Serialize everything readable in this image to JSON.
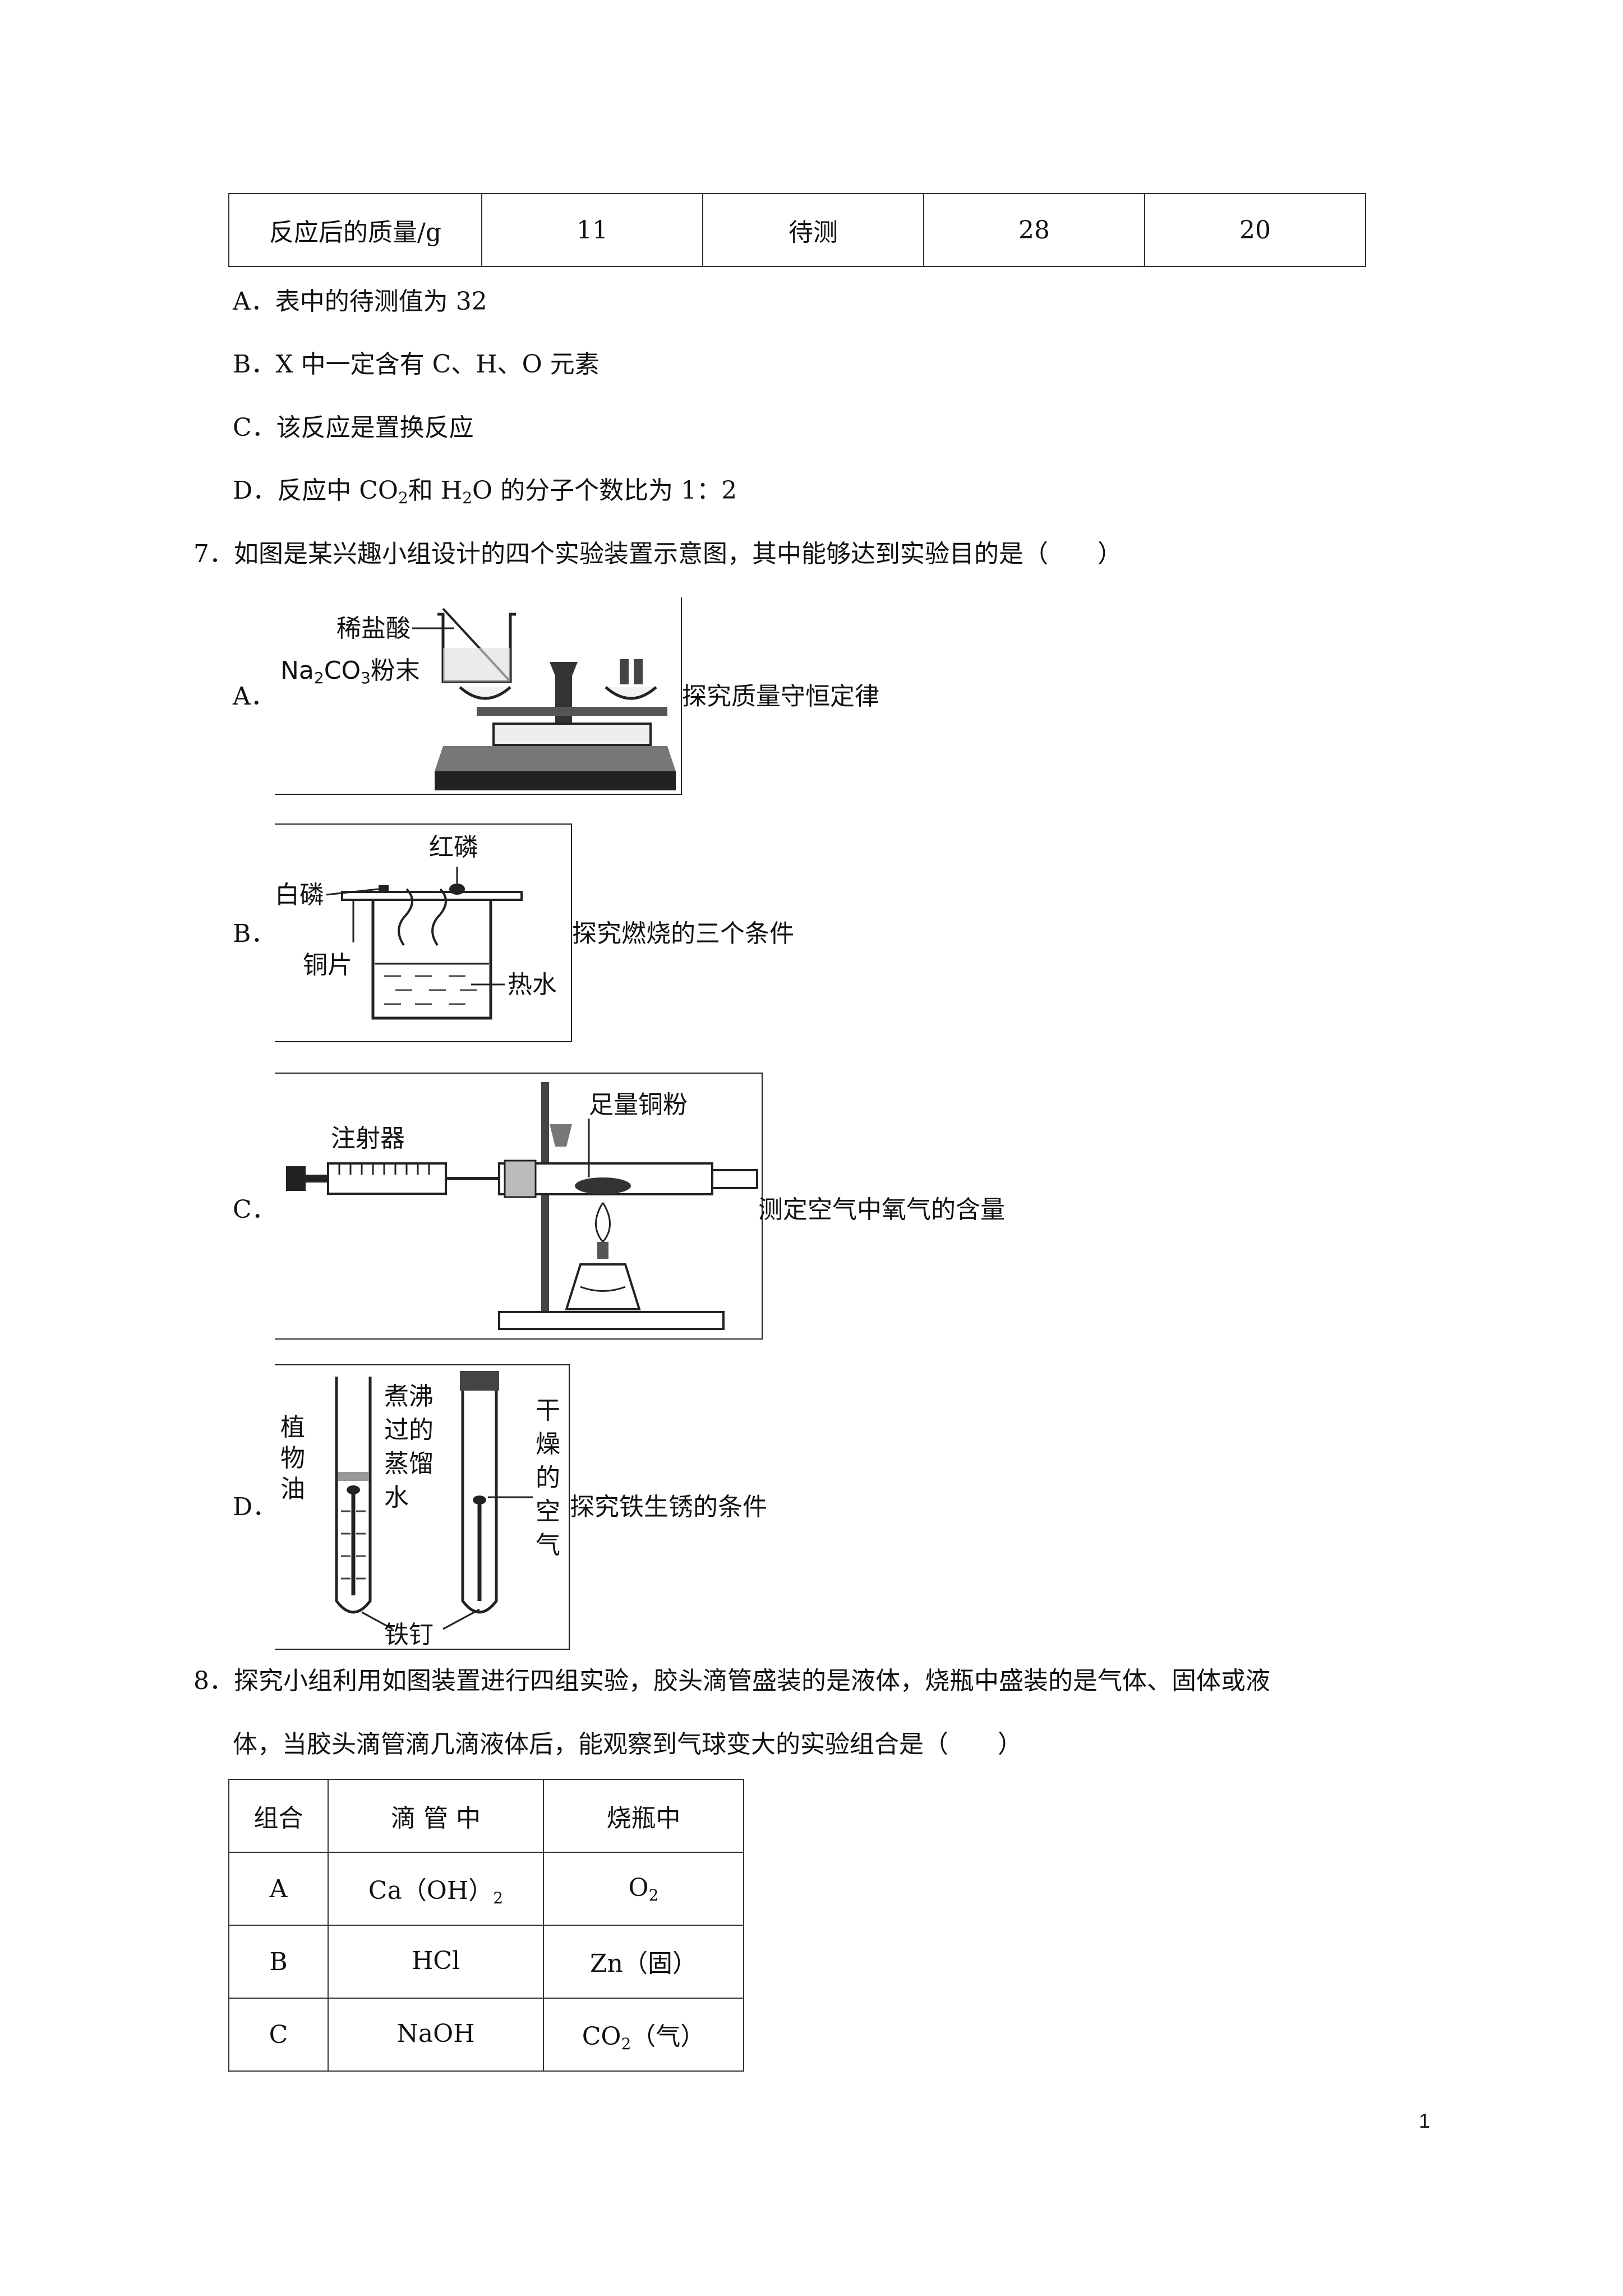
{
  "table1": {
    "label": "反应后的质量/g",
    "values": [
      "11",
      "待测",
      "28",
      "20"
    ]
  },
  "q6_options": {
    "A": "A．表中的待测值为 32",
    "B": "B．X 中一定含有 C、H、O 元素",
    "C": "C．该反应是置换反应",
    "D_pre": "D．反应中 CO",
    "D_sub1": "2",
    "D_mid": "和 H",
    "D_sub2": "2",
    "D_post": "O 的分子个数比为 1：2"
  },
  "q7": {
    "stem": "7．如图是某兴趣小组设计的四个实验装置示意图，其中能够达到实验目的是（　　）",
    "options": [
      {
        "letter": "A．",
        "caption": "探究质量守恒定律",
        "fig_labels": {
          "acid": "稀盐酸",
          "powder_pre": "Na",
          "powder_sub": "2",
          "powder_mid": "CO",
          "powder_sub2": "3",
          "powder_post": "粉末"
        }
      },
      {
        "letter": "B．",
        "caption": "探究燃烧的三个条件",
        "fig_labels": {
          "red_p": "红磷",
          "white_p": "白磷",
          "copper": "铜片",
          "hot_water": "热水"
        }
      },
      {
        "letter": "C．",
        "caption": "测定空气中氧气的含量",
        "fig_labels": {
          "syringe": "注射器",
          "cu_powder": "足量铜粉"
        }
      },
      {
        "letter": "D．",
        "caption": "探究铁生锈的条件",
        "fig_labels": {
          "oil": [
            "植",
            "物",
            "油"
          ],
          "water": [
            "煮沸",
            "过的",
            "蒸馏",
            "水"
          ],
          "dry_air": [
            "干",
            "燥",
            "的",
            "空",
            "气"
          ],
          "nail": "铁钉"
        }
      }
    ]
  },
  "q8": {
    "stem_line1": "8．探究小组利用如图装置进行四组实验，胶头滴管盛装的是液体，烧瓶中盛装的是气体、固体或液",
    "stem_line2": "体，当胶头滴管滴几滴液体后，能观察到气球变大的实验组合是（　　）",
    "headers": [
      "组合",
      "滴 管 中",
      "烧瓶中"
    ],
    "rows": [
      {
        "group": "A",
        "dropper_main": "Ca（OH）",
        "dropper_sub": "2",
        "flask_main": "O",
        "flask_sub": "2",
        "flask_post": ""
      },
      {
        "group": "B",
        "dropper_main": "HCl",
        "dropper_sub": "",
        "flask_main": "Zn（固）",
        "flask_sub": "",
        "flask_post": ""
      },
      {
        "group": "C",
        "dropper_main": "NaOH",
        "dropper_sub": "",
        "flask_main": "CO",
        "flask_sub": "2",
        "flask_post": "（气）"
      }
    ]
  },
  "page_number": "1"
}
